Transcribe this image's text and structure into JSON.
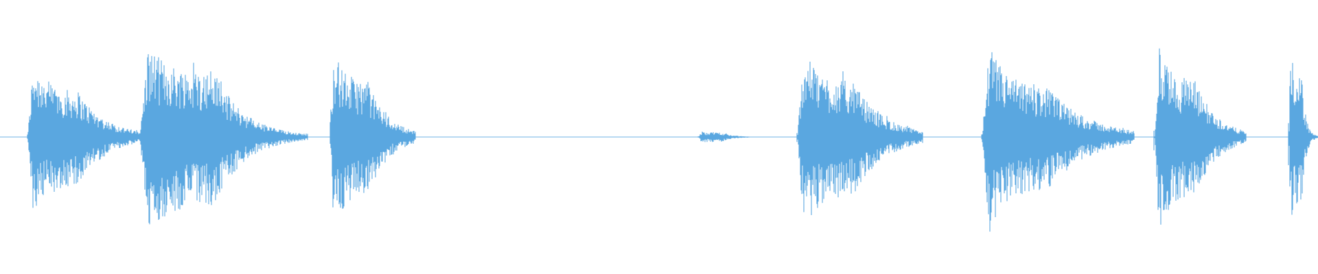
{
  "waveform": {
    "color": "#5aa7e0",
    "background": "#ffffff",
    "baseline_color": "#8cc0ea",
    "duration_fraction_visible": 1.0,
    "bursts": [
      {
        "start": 0.021,
        "end": 0.108,
        "peak": 0.78,
        "sustain": 0.45,
        "decay": 0.55
      },
      {
        "start": 0.106,
        "end": 0.233,
        "peak": 0.92,
        "sustain": 0.65,
        "decay": 0.4
      },
      {
        "start": 0.25,
        "end": 0.315,
        "peak": 0.88,
        "sustain": 0.55,
        "decay": 0.55
      },
      {
        "start": 0.53,
        "end": 0.568,
        "peak": 0.05,
        "sustain": 0.05,
        "decay": 0.5
      },
      {
        "start": 0.605,
        "end": 0.7,
        "peak": 0.88,
        "sustain": 0.55,
        "decay": 0.55
      },
      {
        "start": 0.745,
        "end": 0.86,
        "peak": 0.92,
        "sustain": 0.48,
        "decay": 0.6
      },
      {
        "start": 0.876,
        "end": 0.945,
        "peak": 0.92,
        "sustain": 0.55,
        "decay": 0.55
      },
      {
        "start": 0.978,
        "end": 1.0,
        "peak": 0.88,
        "sustain": 0.6,
        "decay": 0.3
      }
    ]
  }
}
